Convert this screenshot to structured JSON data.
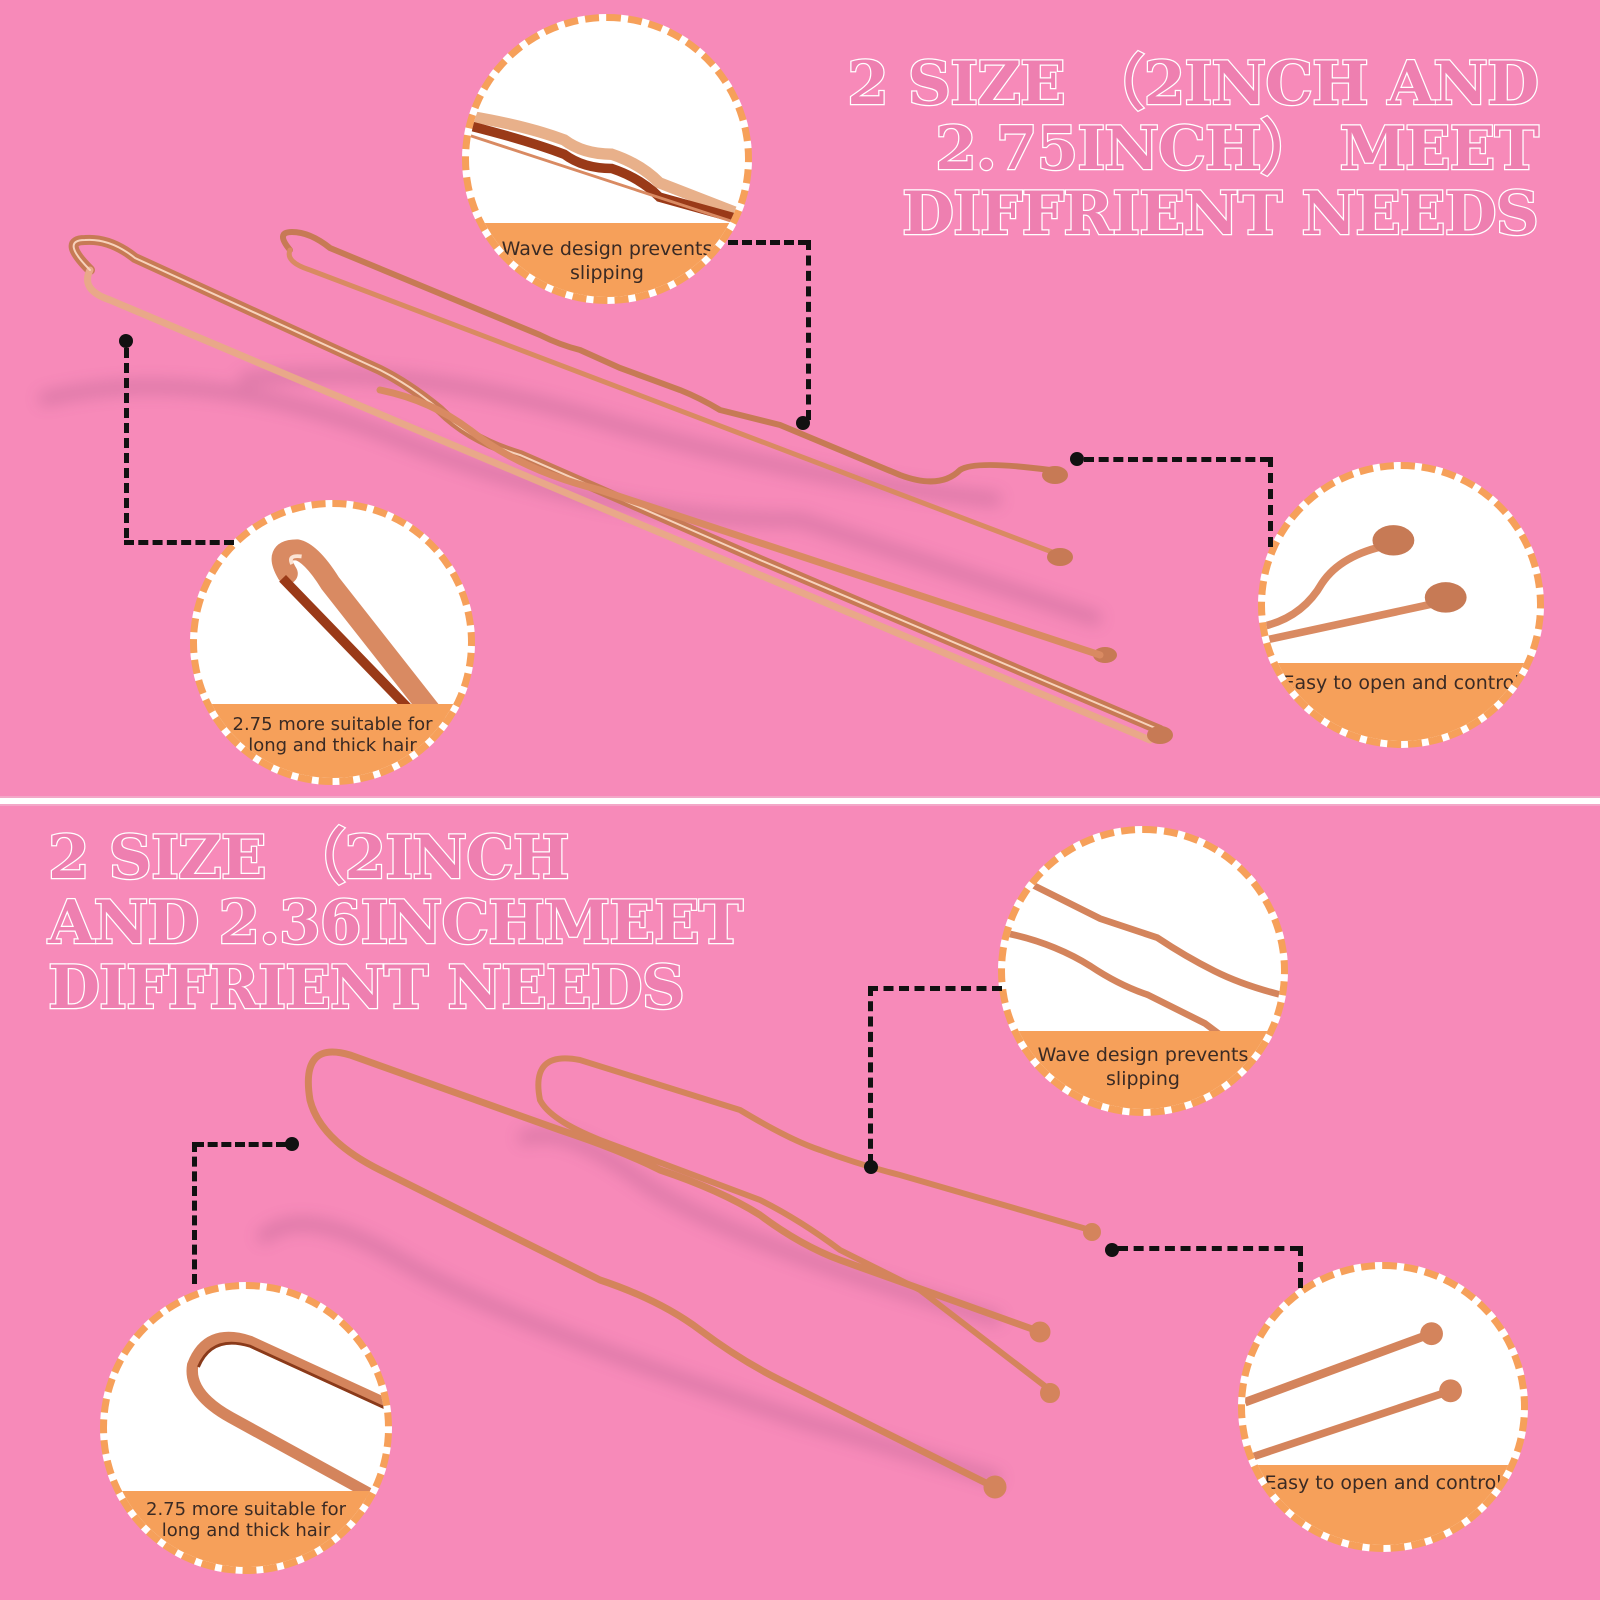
{
  "top_panel": {
    "headline_lines": [
      "2 SIZE （2INCH AND",
      "2.75INCH） MEET",
      "DIFFRIENT NEEDS"
    ],
    "callouts": [
      {
        "id": "wave",
        "label": "Wave design  prevents slipping",
        "icon": "wavy-pin-closeup-icon"
      },
      {
        "id": "loop",
        "label": "2.75 more suitable for long and thick hair",
        "icon": "pin-loop-closeup-icon"
      },
      {
        "id": "tips",
        "label": "Easy to open and control",
        "icon": "pin-tips-closeup-icon"
      }
    ],
    "product": "bobby-pins"
  },
  "bottom_panel": {
    "headline_lines": [
      "2 SIZE （2INCH",
      "AND 2.36INCHMEET",
      "DIFFRIENT NEEDS"
    ],
    "callouts": [
      {
        "id": "wave",
        "label": "Wave design  prevents slipping",
        "icon": "wavy-pin-closeup-icon"
      },
      {
        "id": "loop",
        "label": "2.75 more suitable for long and thick hair",
        "icon": "u-pin-bend-closeup-icon"
      },
      {
        "id": "tips",
        "label": "Easy to open and control",
        "icon": "u-pin-tips-closeup-icon"
      }
    ],
    "product": "u-shaped-hair-pins"
  },
  "colors": {
    "background": "#f78ab9",
    "accent_orange": "#f6a05a",
    "pin_rose_gold": "#d9875f",
    "text_dark": "#3a2a24",
    "headline_fill": "#ee7fb0",
    "headline_outline": "#ffffff"
  }
}
